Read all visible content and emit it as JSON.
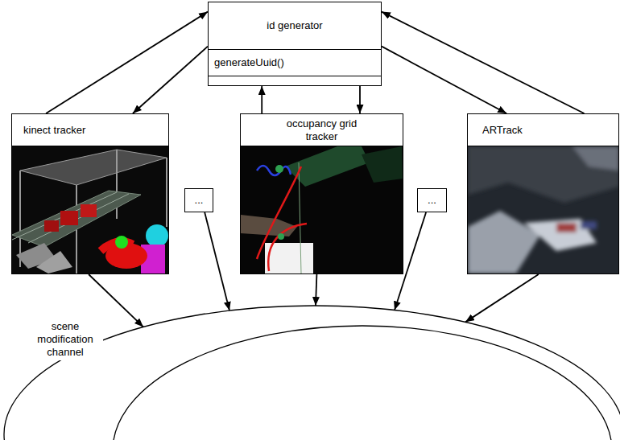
{
  "diagram": {
    "nodes": [
      {
        "text": [
          "id generator",
          "generateUuid()"
        ]
      },
      {
        "text": [
          "kinect tracker"
        ]
      },
      {
        "text": [
          "..."
        ]
      },
      {
        "text": [
          "occupancy grid tracker"
        ]
      },
      {
        "text": [
          "..."
        ]
      },
      {
        "text": [
          "ARTrack"
        ]
      },
      {
        "text": [
          "scene modification channel"
        ]
      }
    ],
    "edges": [
      {
        "from": 1,
        "to": 0,
        "arrow": "to"
      },
      {
        "from": 0,
        "to": 1,
        "arrow": "to"
      },
      {
        "from": 3,
        "to": 0,
        "arrow": "to"
      },
      {
        "from": 0,
        "to": 3,
        "arrow": "to"
      },
      {
        "from": 0,
        "to": 5,
        "arrow": "to"
      },
      {
        "from": 5,
        "to": 0,
        "arrow": "to"
      },
      {
        "from": 1,
        "to": 6,
        "arrow": "to"
      },
      {
        "from": 2,
        "to": 6,
        "arrow": "to"
      },
      {
        "from": 3,
        "to": 6,
        "arrow": "to"
      },
      {
        "from": 4,
        "to": 6,
        "arrow": "to"
      },
      {
        "from": 5,
        "to": 6,
        "arrow": "to"
      }
    ]
  }
}
